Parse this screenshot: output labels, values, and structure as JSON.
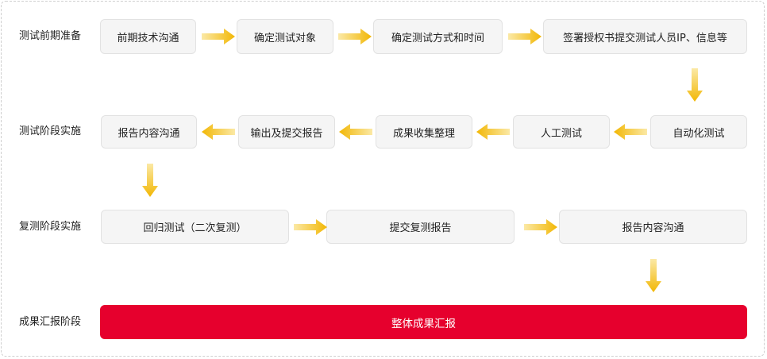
{
  "stages": [
    {
      "label": "测试前期准备"
    },
    {
      "label": "测试阶段实施"
    },
    {
      "label": "复测阶段实施"
    },
    {
      "label": "成果汇报阶段"
    }
  ],
  "row1": [
    "前期技术沟通",
    "确定测试对象",
    "确定测试方式和时间",
    "签署授权书提交测试人员IP、信息等"
  ],
  "row2": [
    "报告内容沟通",
    "输出及提交报告",
    "成果收集整理",
    "人工测试",
    "自动化测试"
  ],
  "row3": [
    "回归测试（二次复测）",
    "提交复测报告",
    "报告内容沟通"
  ],
  "row4": {
    "final": "整体成果汇报"
  },
  "colors": {
    "arrow_dark": "#f2b705",
    "arrow_light": "#fbe9a6",
    "final_bg": "#e6002d",
    "box_bg": "#f5f5f5"
  }
}
